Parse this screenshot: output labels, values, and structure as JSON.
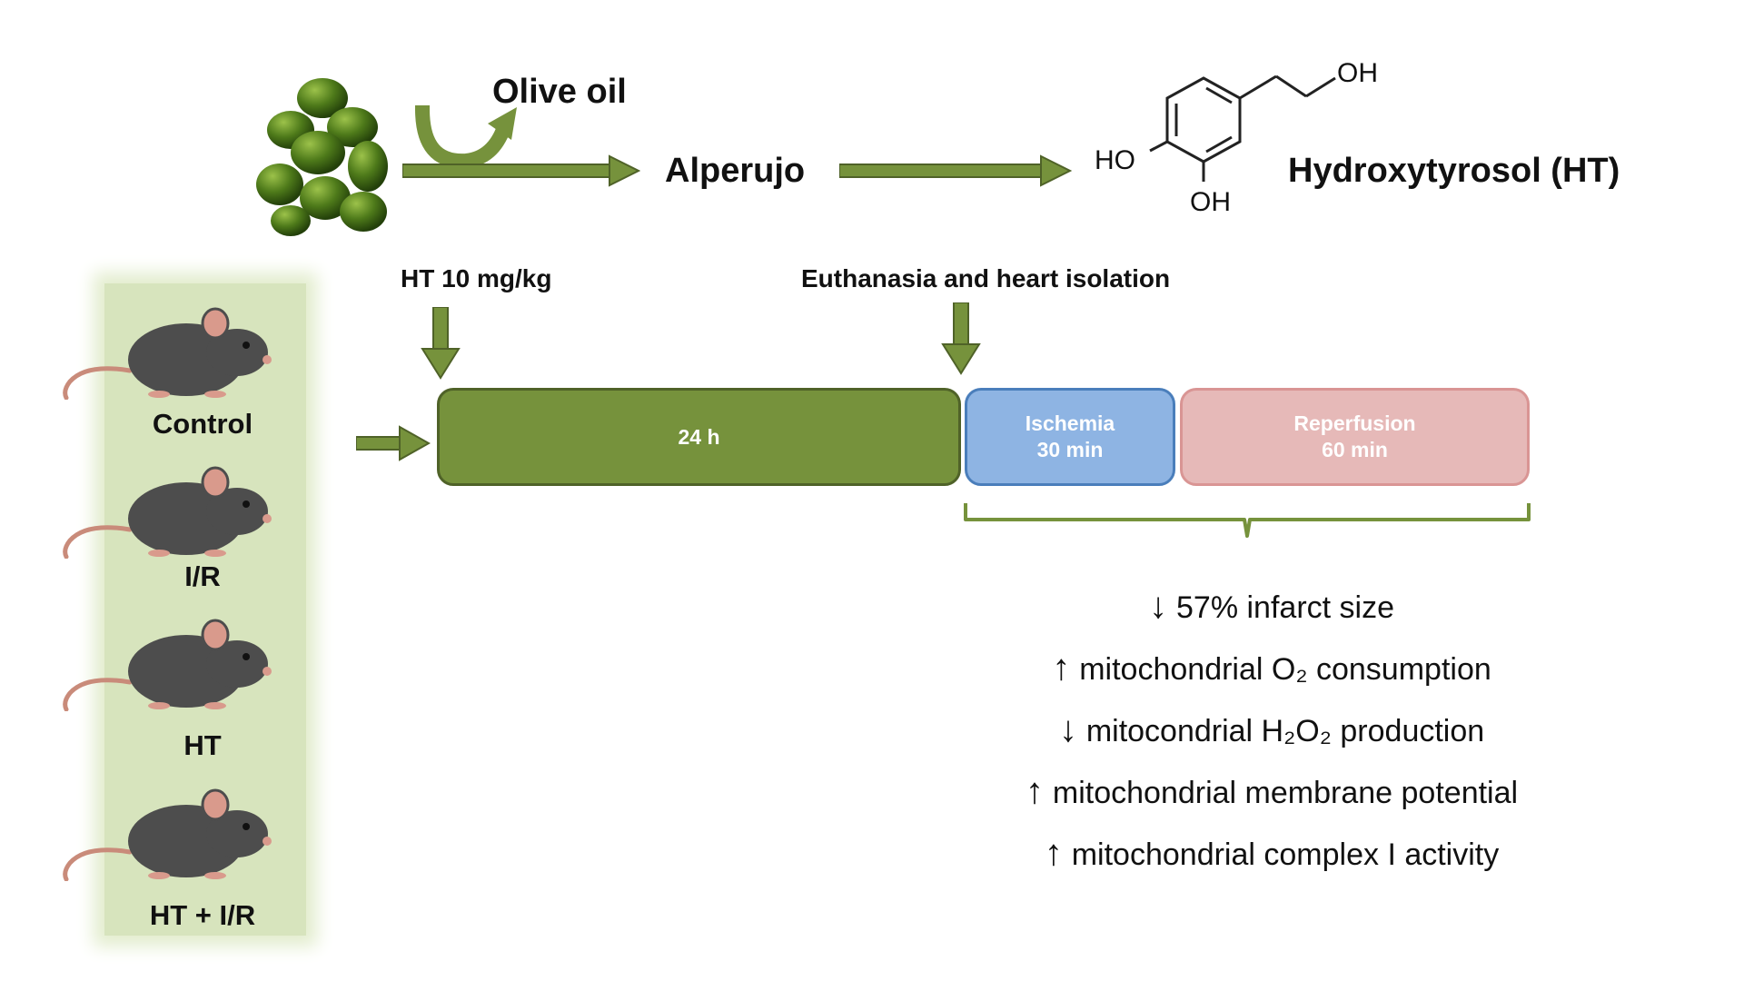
{
  "top": {
    "olive_oil": "Olive oil",
    "alperujo": "Alperujo",
    "hydroxytyrosol": "Hydroxytyrosol (HT)",
    "chem_oh_top": "OH",
    "chem_ho_left": "HO",
    "chem_oh_bottom": "OH"
  },
  "timeline": {
    "dose_label": "HT 10 mg/kg",
    "euthanasia_label": "Euthanasia and heart isolation",
    "phases": [
      {
        "line1": "24 h",
        "line2": "",
        "color": "#76923c",
        "border": "#4f6228"
      },
      {
        "line1": "Ischemia",
        "line2": "30 min",
        "color": "#8eb4e3",
        "border": "#4a7ebb"
      },
      {
        "line1": "Reperfusion",
        "line2": "60 min",
        "color": "#e6b9b8",
        "border": "#d99594"
      }
    ]
  },
  "groups": [
    "Control",
    "I/R",
    "HT",
    "HT + I/R"
  ],
  "outcomes": [
    {
      "arrow": "↓",
      "text": "57% infarct size"
    },
    {
      "arrow": "↑",
      "text": "mitochondrial O₂ consumption"
    },
    {
      "arrow": "↓",
      "text": "mitocondrial H₂O₂ production"
    },
    {
      "arrow": "↑",
      "text": "mitochondrial membrane potential"
    },
    {
      "arrow": "↑",
      "text": "mitochondrial complex I activity"
    }
  ],
  "colors": {
    "green_arrow": "#76923c",
    "green_dark": "#4f6228",
    "mouse_panel": "#d7e4bd",
    "bracket": "#76923c"
  },
  "icons": [
    "olive-cluster-icon",
    "curved-arrow-icon",
    "mouse-icon",
    "right-arrow-icon",
    "down-arrow-icon",
    "bracket-icon"
  ]
}
